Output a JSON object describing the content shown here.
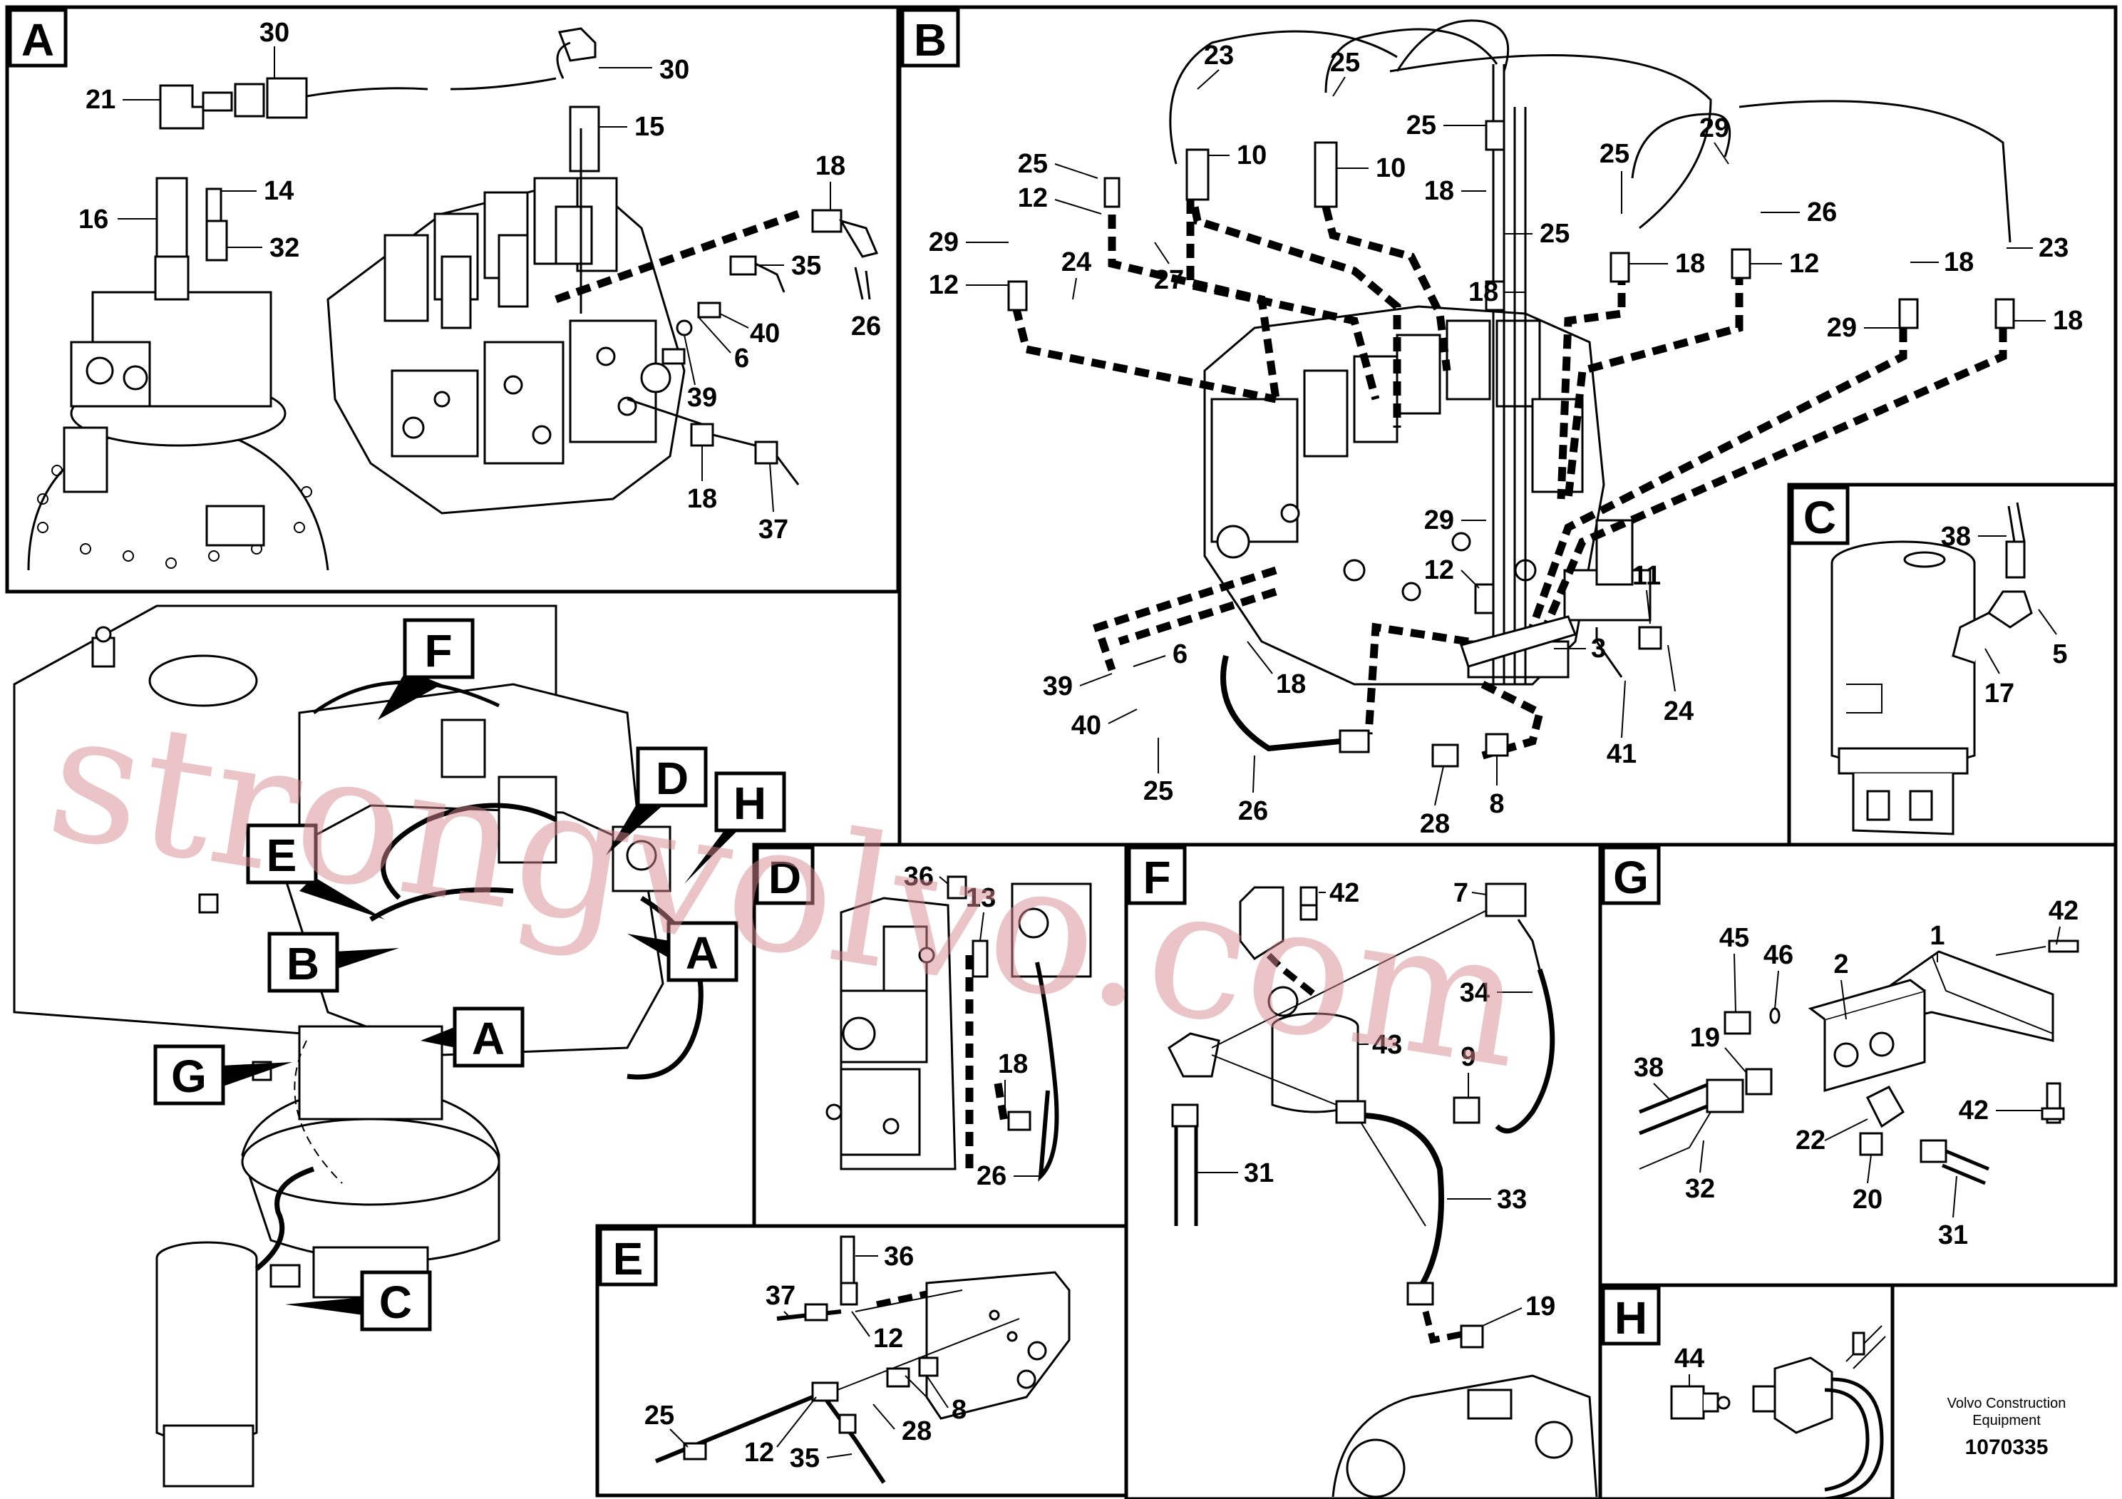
{
  "panels": [
    {
      "id": "A",
      "letter": "A"
    },
    {
      "id": "B",
      "letter": "B"
    },
    {
      "id": "C",
      "letter": "C"
    },
    {
      "id": "D",
      "letter": "D"
    },
    {
      "id": "E",
      "letter": "E"
    },
    {
      "id": "F",
      "letter": "F"
    },
    {
      "id": "G",
      "letter": "G"
    },
    {
      "id": "H",
      "letter": "H"
    }
  ],
  "overview_tags": [
    "F",
    "D",
    "H",
    "E",
    "A",
    "B",
    "A",
    "G",
    "C"
  ],
  "callouts": {
    "A": [
      "30",
      "30",
      "21",
      "15",
      "14",
      "16",
      "32",
      "18",
      "35",
      "6",
      "40",
      "26",
      "39",
      "18",
      "37"
    ],
    "B": [
      "23",
      "25",
      "25",
      "10",
      "10",
      "25",
      "18",
      "25",
      "12",
      "29",
      "27",
      "25",
      "29",
      "18",
      "26",
      "24",
      "12",
      "12",
      "18",
      "23",
      "29",
      "18",
      "18",
      "29",
      "12",
      "11",
      "3",
      "6",
      "18",
      "39",
      "40",
      "24",
      "41",
      "25",
      "26",
      "28",
      "8"
    ],
    "C": [
      "38",
      "5",
      "17"
    ],
    "D": [
      "36",
      "13",
      "18",
      "26"
    ],
    "E": [
      "36",
      "37",
      "12",
      "25",
      "8",
      "12",
      "28",
      "35"
    ],
    "F": [
      "42",
      "7",
      "43",
      "34",
      "9",
      "31",
      "33",
      "19"
    ],
    "G": [
      "42",
      "1",
      "45",
      "46",
      "2",
      "19",
      "38",
      "42",
      "22",
      "32",
      "20",
      "31"
    ],
    "H": [
      "44"
    ]
  },
  "footer": {
    "company": "Volvo Construction",
    "company2": "Equipment",
    "drawing_number": "1070335"
  },
  "watermark": "strongvolvo.com",
  "colors": {
    "watermark": "#d98a90",
    "lines": "#000000"
  }
}
